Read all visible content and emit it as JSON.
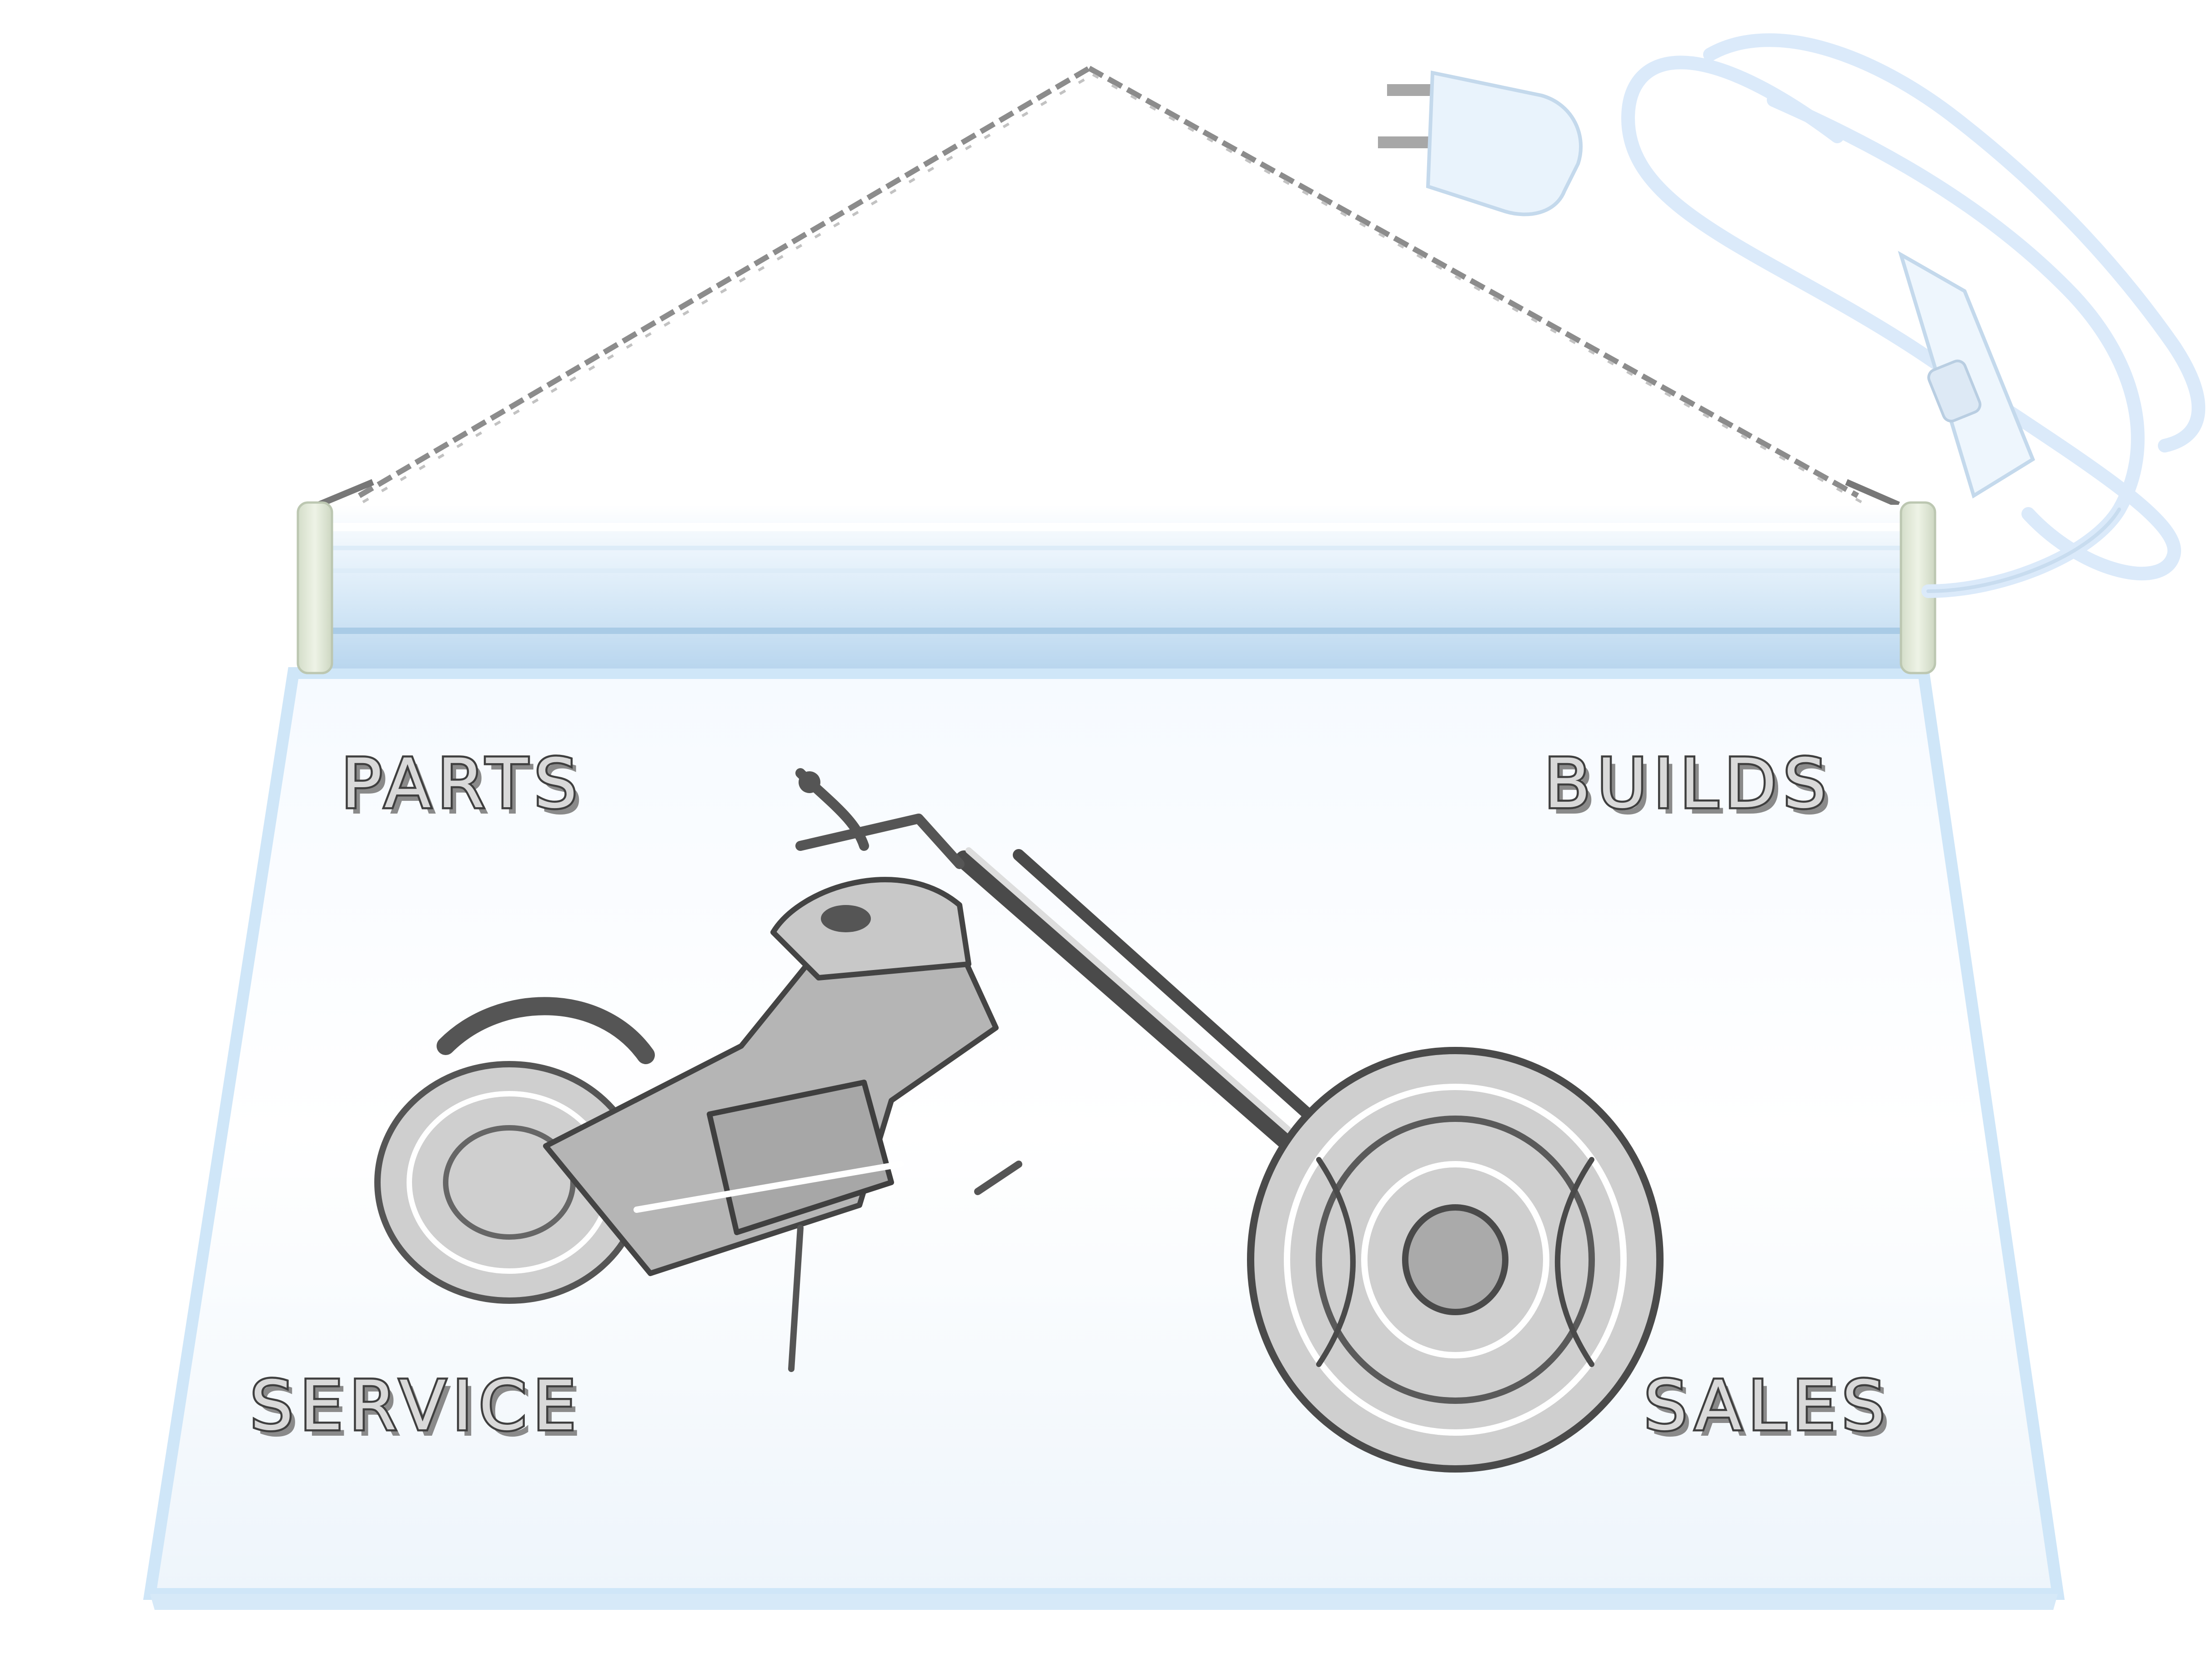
{
  "sign": {
    "top_left": "PARTS",
    "top_right": "BUILDS",
    "bottom_left": "SERVICE",
    "bottom_right": "SALES"
  },
  "colors": {
    "glow_blue": "#cfe6f8",
    "bar_white": "#eef6fd",
    "end_cap": "#e3ebd9",
    "chain": "#8c8c8c",
    "engrave_shadow": "#3f3f3f"
  },
  "icons": [
    "chain-icon",
    "power-plug-icon",
    "inline-switch-icon",
    "motorcycle-engraving-icon"
  ]
}
